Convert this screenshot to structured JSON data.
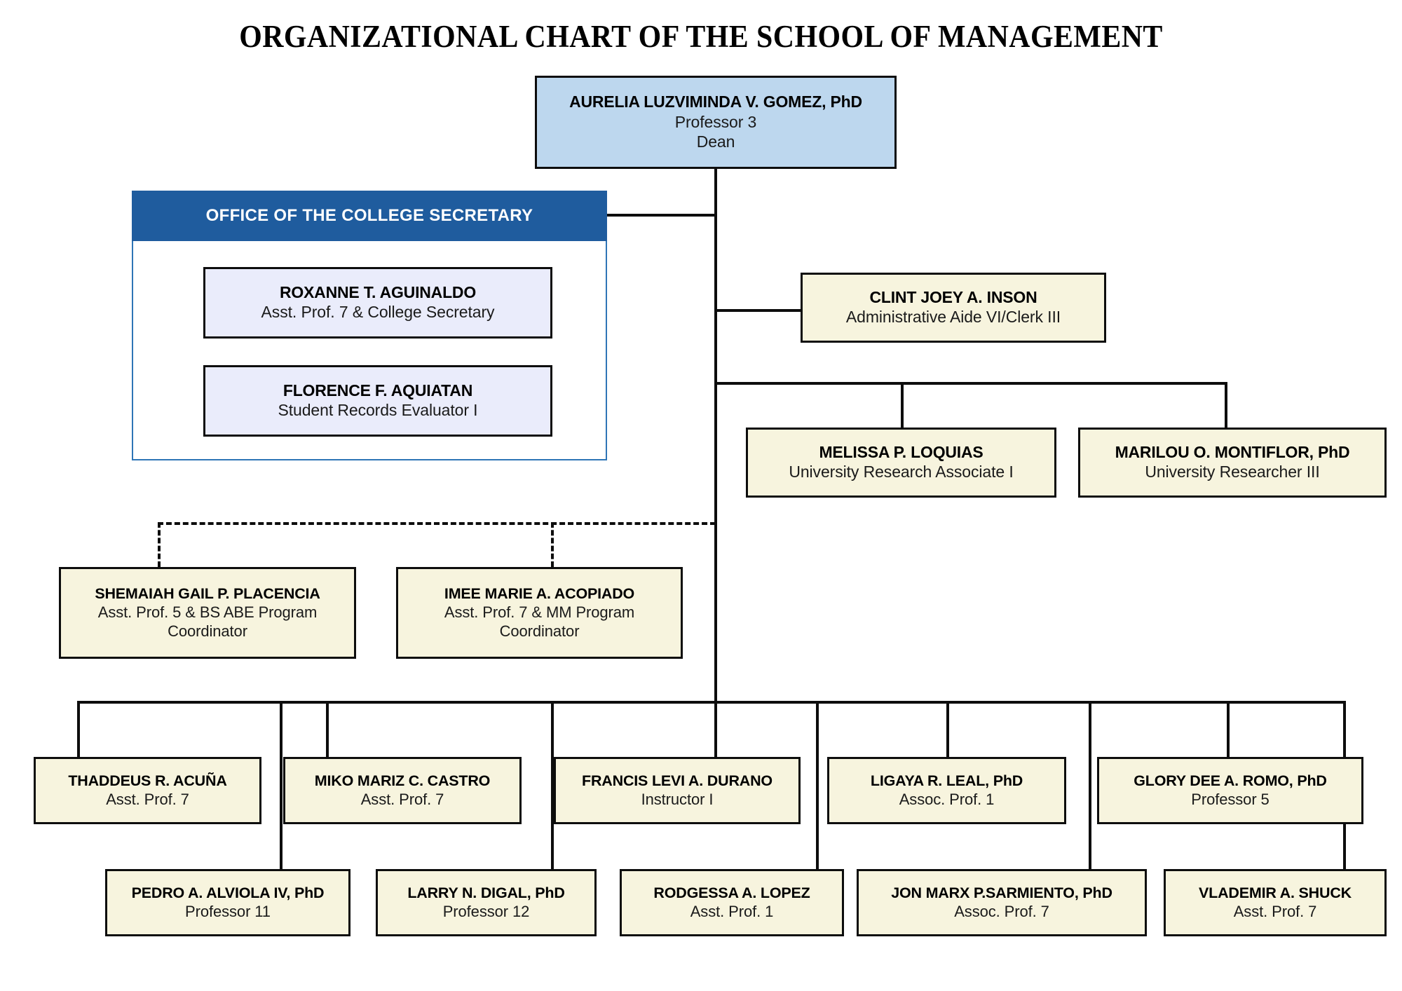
{
  "title": "ORGANIZATIONAL CHART OF THE SCHOOL OF MANAGEMENT",
  "colors": {
    "dean_fill": "#BDD7EE",
    "staff_fill": "#F7F4DE",
    "secretary_fill": "#EAECFB",
    "header_bar": "#1F5C9E",
    "container_border": "#2E75B6",
    "box_border": "#0D0D0D"
  },
  "dean": {
    "name": "AURELIA LUZVIMINDA V. GOMEZ, PhD",
    "rank": "Professor 3",
    "position": "Dean"
  },
  "college_secretary_office": {
    "header": "OFFICE OF THE COLLEGE SECRETARY",
    "members": [
      {
        "name": "ROXANNE T. AGUINALDO",
        "title": "Asst. Prof. 7 & College Secretary"
      },
      {
        "name": "FLORENCE F. AQUIATAN",
        "title": "Student Records Evaluator  I"
      }
    ]
  },
  "admin_aide": {
    "name": "CLINT JOEY A. INSON",
    "title": "Administrative Aide VI/Clerk III"
  },
  "researchers": [
    {
      "name": "MELISSA P. LOQUIAS",
      "title": "University Research Associate I"
    },
    {
      "name": "MARILOU O. MONTIFLOR, PhD",
      "title": "University Researcher III"
    }
  ],
  "program_coordinators": [
    {
      "name": "SHEMAIAH GAIL P. PLACENCIA",
      "title_line1": "Asst. Prof. 5 & BS ABE Program",
      "title_line2": "Coordinator"
    },
    {
      "name": "IMEE MARIE A. ACOPIADO",
      "title_line1": "Asst. Prof. 7 & MM Program",
      "title_line2": "Coordinator"
    }
  ],
  "faculty_row1": [
    {
      "name": "THADDEUS R. ACUÑA",
      "title": "Asst. Prof. 7"
    },
    {
      "name": "MIKO MARIZ C. CASTRO",
      "title": "Asst. Prof. 7"
    },
    {
      "name": "FRANCIS LEVI A. DURANO",
      "title": "Instructor I"
    },
    {
      "name": "LIGAYA R. LEAL, PhD",
      "title": "Assoc. Prof. 1"
    },
    {
      "name": "GLORY DEE A. ROMO, PhD",
      "title": "Professor 5"
    }
  ],
  "faculty_row2": [
    {
      "name": "PEDRO A. ALVIOLA IV, PhD",
      "title": "Professor 11"
    },
    {
      "name": "LARRY N. DIGAL, PhD",
      "title": "Professor 12"
    },
    {
      "name": "RODGESSA A. LOPEZ",
      "title": "Asst. Prof. 1"
    },
    {
      "name": "JON MARX P.SARMIENTO, PhD",
      "title": "Assoc. Prof. 7"
    },
    {
      "name": "VLADEMIR A. SHUCK",
      "title": "Asst. Prof. 7"
    }
  ]
}
